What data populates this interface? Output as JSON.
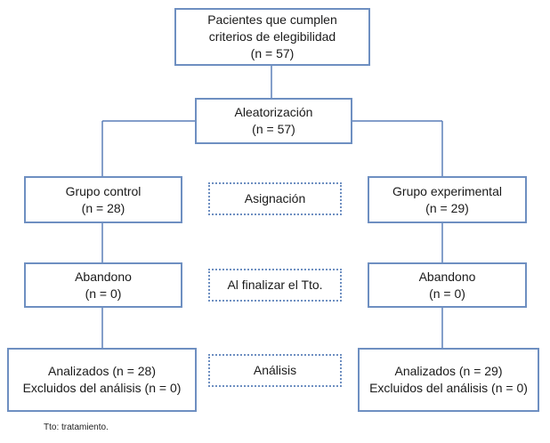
{
  "nodes": {
    "eligible": {
      "lines": [
        "Pacientes que cumplen",
        "criterios de elegibilidad",
        "(n = 57)"
      ]
    },
    "randomization": {
      "lines": [
        "Aleatorización",
        "(n = 57)"
      ]
    },
    "control": {
      "lines": [
        "Grupo control",
        "(n = 28)"
      ]
    },
    "experimental": {
      "lines": [
        "Grupo experimental",
        "(n = 29)"
      ]
    },
    "control_dropout": {
      "lines": [
        "Abandono",
        "(n = 0)"
      ]
    },
    "experimental_dropout": {
      "lines": [
        "Abandono",
        "(n = 0)"
      ]
    },
    "control_analyzed": {
      "lines": [
        "Analizados (n = 28)",
        "Excluidos del análisis (n = 0)"
      ]
    },
    "experimental_analyzed": {
      "lines": [
        "Analizados (n = 29)",
        "Excluidos del análisis (n = 0)"
      ]
    }
  },
  "stages": {
    "assignment": "Asignación",
    "end_treatment": "Al finalizar el Tto.",
    "analysis": "Análisis"
  },
  "footnote": "Tto: tratamiento.",
  "colors": {
    "border": "#6e8fc1",
    "connector": "#5a7fb8"
  }
}
